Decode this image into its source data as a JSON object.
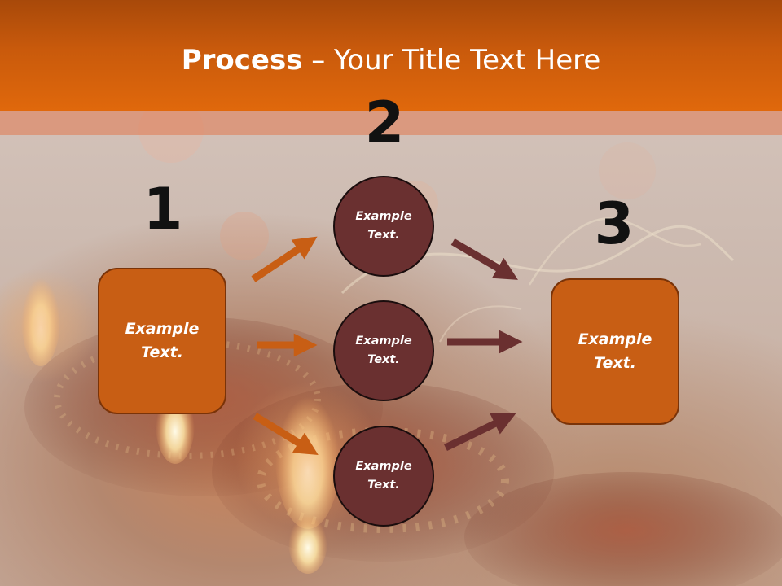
{
  "title": {
    "bold": "Process",
    "rest": " – Your Title Text Here"
  },
  "numbers": [
    "1",
    "2",
    "3"
  ],
  "left_box": "Example\nText.",
  "circles": [
    "Example\nText.",
    "Example\nText.",
    "Example\nText."
  ],
  "right_box": "Example\nText.",
  "colors": {
    "header": "#e0680c",
    "box": "#c85e14",
    "circle": "#6a3030",
    "arrow_left": "#c85e14",
    "arrow_right": "#6a3030"
  }
}
